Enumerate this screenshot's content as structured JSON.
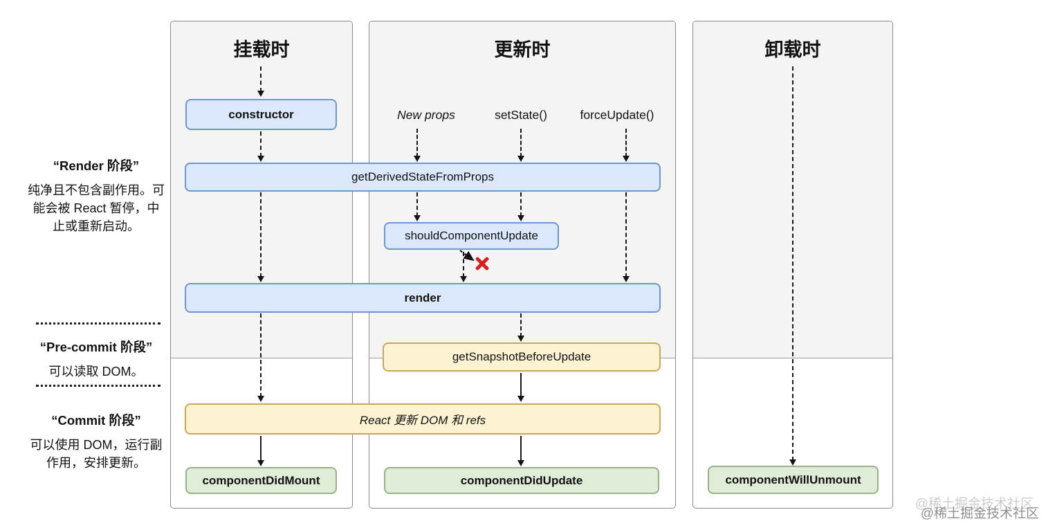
{
  "sidebar": {
    "render_phase": {
      "title": "“Render 阶段”",
      "body": "纯净且不包含副作用。可能会被 React 暂停，中止或重新启动。"
    },
    "pre_commit_phase": {
      "title": "“Pre-commit 阶段”",
      "body": "可以读取 DOM。"
    },
    "commit_phase": {
      "title": "“Commit 阶段”",
      "body": "可以使用 DOM，运行副作用，安排更新。"
    }
  },
  "columns": {
    "mounting": {
      "header": "挂载时"
    },
    "updating": {
      "header": "更新时",
      "triggers": [
        "New props",
        "setState()",
        "forceUpdate()"
      ]
    },
    "unmounting": {
      "header": "卸载时"
    }
  },
  "boxes": {
    "constructor": "constructor",
    "get_derived_state_from_props": "getDerivedStateFromProps",
    "should_component_update": "shouldComponentUpdate",
    "render": "render",
    "get_snapshot_before_update": "getSnapshotBeforeUpdate",
    "react_updates_dom": "React 更新 DOM 和 refs",
    "component_did_mount": "componentDidMount",
    "component_did_update": "componentDidUpdate",
    "component_will_unmount": "componentWillUnmount"
  },
  "icons": {
    "reject": "red-x-icon"
  },
  "watermark": "@稀土掘金技术社区",
  "colors": {
    "blue_fill": "#dbe8fb",
    "blue_border": "#7095c8",
    "yellow_fill": "#fdf3d2",
    "yellow_border": "#c9a758",
    "green_fill": "#dfecd8",
    "green_border": "#96b289",
    "reject_x": "#d81e1e",
    "column_shade": "#f4f4f4"
  }
}
